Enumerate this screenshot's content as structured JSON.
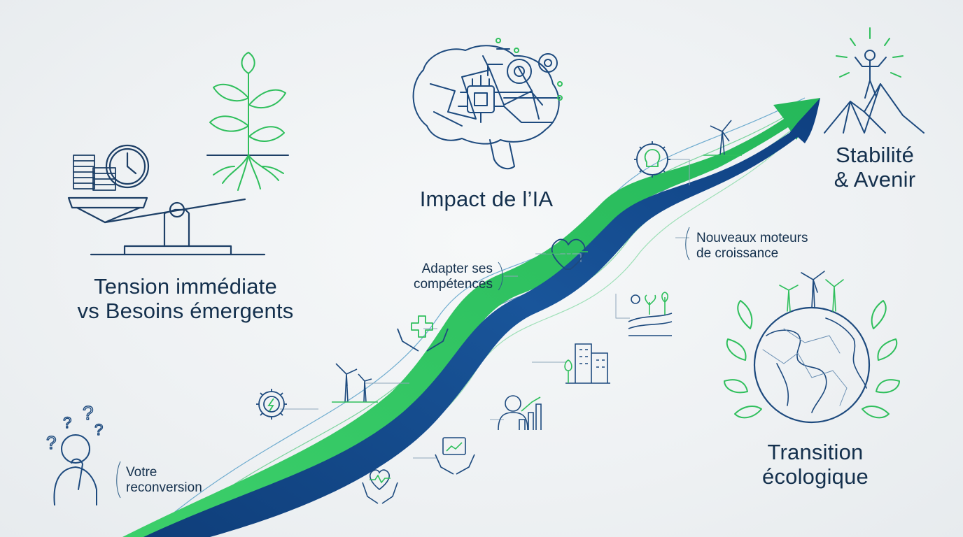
{
  "topics": {
    "tension": {
      "line1": "Tension immédiate",
      "line2": "vs Besoins émergents"
    },
    "ia": {
      "title": "Impact de l’IA"
    },
    "stability": {
      "line1": "Stabilité",
      "line2": "& Avenir"
    },
    "ecology": {
      "line1": "Transition",
      "line2": "écologique"
    }
  },
  "path_labels": {
    "reconversion": {
      "line1": "Votre",
      "line2": "reconversion"
    },
    "skills": {
      "line1": "Adapter ses",
      "line2": "compétences"
    },
    "growth": {
      "line1": "Nouveaux moteurs",
      "line2": "de croissance"
    }
  },
  "icons": [
    "scale-coins-clock-icon",
    "plant-roots-icon",
    "brain-chip-icon",
    "summit-person-icon",
    "thinking-person-icon",
    "gear-lightning-icon",
    "wind-turbines-icon",
    "hands-cross-icon",
    "heart-rate-icon",
    "lightbulb-gear-icon",
    "wind-turbine-icon",
    "farm-growth-icon",
    "city-buildings-icon",
    "person-chart-icon",
    "hands-chart-icon",
    "hands-heart-icon",
    "globe-leaves-icon"
  ],
  "colors": {
    "navy": "#16467f",
    "green": "#2fbf5c",
    "text": "#14304d",
    "line": "#2c5d86"
  }
}
